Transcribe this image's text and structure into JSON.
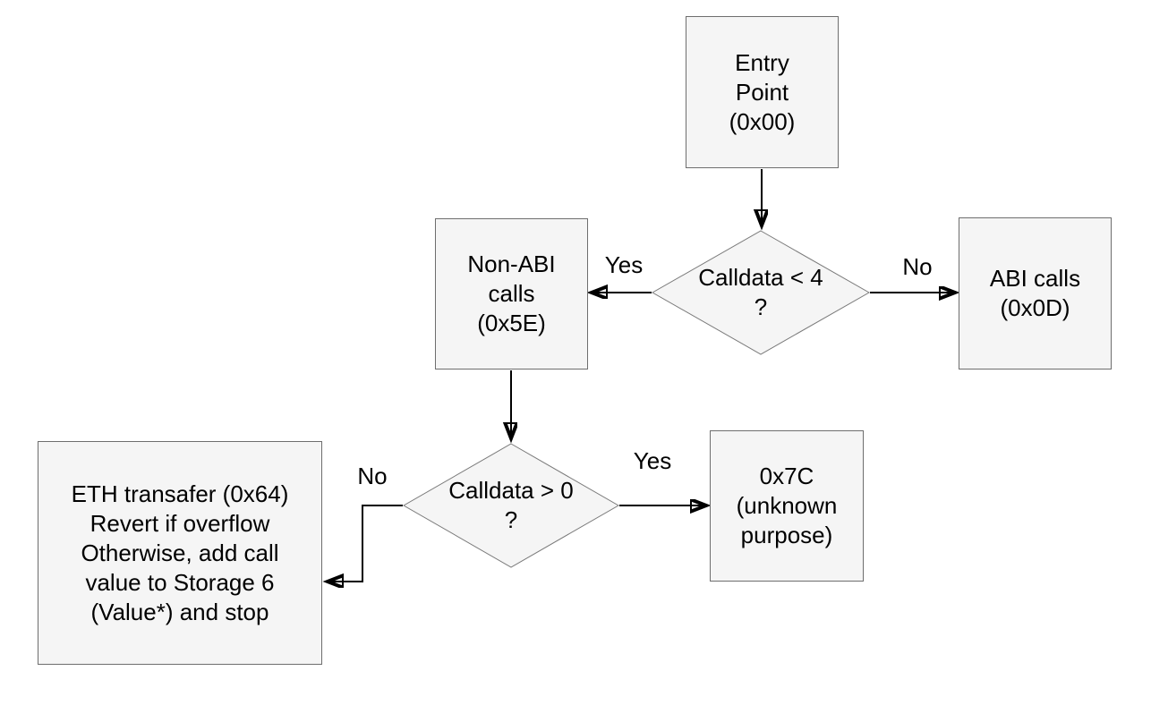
{
  "diagram": {
    "type": "flowchart",
    "background": "#ffffff",
    "colors": {
      "node_fill": "#f5f5f5",
      "node_border": "#6e6e6e",
      "diamond_border": "#7a7a7a",
      "arrow": "#000000",
      "text": "#000000"
    },
    "nodes": {
      "entry": {
        "shape": "rect",
        "text": "Entry\nPoint\n(0x00)"
      },
      "decision_calldata_lt_4": {
        "shape": "diamond",
        "text": "Calldata < 4\n?"
      },
      "non_abi_calls": {
        "shape": "rect",
        "text": "Non-ABI\ncalls\n(0x5E)"
      },
      "abi_calls": {
        "shape": "rect",
        "text": "ABI calls\n(0x0D)"
      },
      "decision_calldata_gt_0": {
        "shape": "diamond",
        "text": "Calldata > 0\n?"
      },
      "unknown_purpose": {
        "shape": "rect",
        "text": "0x7C\n(unknown\npurpose)"
      },
      "eth_transfer": {
        "shape": "rect",
        "text": "ETH transafer (0x64)\nRevert if overflow\nOtherwise, add call\nvalue to Storage 6\n(Value*) and stop"
      }
    },
    "edges": {
      "entry_to_decision1": {
        "from": "entry",
        "to": "decision_calldata_lt_4",
        "label": ""
      },
      "decision1_yes": {
        "from": "decision_calldata_lt_4",
        "to": "non_abi_calls",
        "label": "Yes"
      },
      "decision1_no": {
        "from": "decision_calldata_lt_4",
        "to": "abi_calls",
        "label": "No"
      },
      "non_abi_to_decision2": {
        "from": "non_abi_calls",
        "to": "decision_calldata_gt_0",
        "label": ""
      },
      "decision2_yes": {
        "from": "decision_calldata_gt_0",
        "to": "unknown_purpose",
        "label": "Yes"
      },
      "decision2_no": {
        "from": "decision_calldata_gt_0",
        "to": "eth_transfer",
        "label": "No"
      }
    }
  }
}
